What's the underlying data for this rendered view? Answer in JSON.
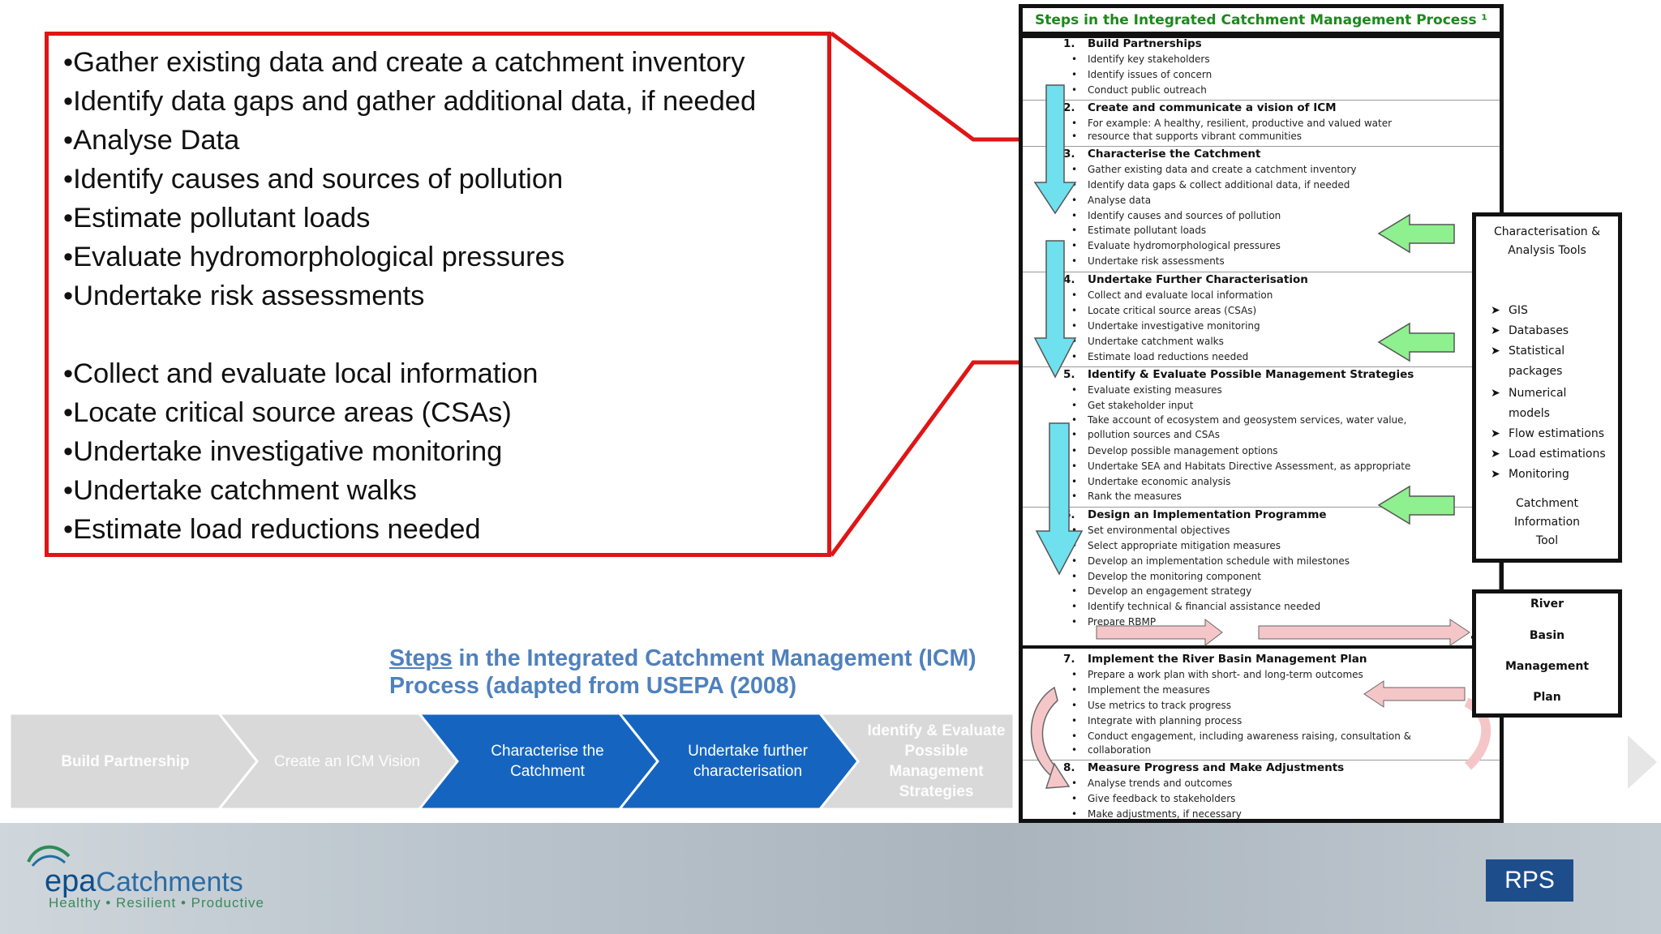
{
  "left_box": {
    "items_group1": [
      "•Gather existing data and create a catchment inventory",
      "•Identify data gaps and gather additional data, if needed",
      "•Analyse Data",
      "•Identify causes and sources of pollution",
      "•Estimate pollutant loads",
      "•Evaluate hydromorphological pressures",
      "•Undertake risk assessments"
    ],
    "items_group2": [
      "•Collect and evaluate local information",
      "•Locate critical source areas (CSAs)",
      "•Undertake investigative  monitoring",
      "•Undertake catchment walks",
      "•Estimate load reductions needed"
    ]
  },
  "caption": {
    "word1": "Steps",
    "line1_rest": " in the Integrated Catchment Management (ICM)",
    "line2": "Process  (adapted from USEPA (2008)"
  },
  "chevrons": [
    {
      "label": "Build Partnership",
      "active": false
    },
    {
      "label": "Create an  ICM Vision",
      "active": false
    },
    {
      "label": "Characterise the Catchment",
      "active": true
    },
    {
      "label": "Undertake further characterisation",
      "active": true
    },
    {
      "label": "Identify & Evaluate Possible Management Strategies",
      "active": false
    }
  ],
  "panel": {
    "title": "Steps in the Integrated Catchment Management Process ¹",
    "steps": [
      {
        "n": "1.",
        "title": "Build Partnerships",
        "bullets": [
          "Identify key stakeholders",
          "Identify issues of concern",
          "Conduct public outreach"
        ]
      },
      {
        "n": "2.",
        "title": "Create and communicate a vision of ICM",
        "bullets": [
          "For example: A healthy, resilient, productive and valued water",
          "resource that supports vibrant communities"
        ]
      },
      {
        "n": "3.",
        "title": "Characterise the Catchment",
        "bullets": [
          "Gather existing data and create a catchment inventory",
          "Identify data gaps & collect additional data, if needed",
          "Analyse data",
          "Identify causes and sources of pollution",
          "Estimate pollutant loads",
          "Evaluate hydromorphological pressures",
          "Undertake risk assessments"
        ]
      },
      {
        "n": "4.",
        "title": "Undertake Further Characterisation",
        "bullets": [
          "Collect and evaluate local information",
          "Locate critical source areas (CSAs)",
          "Undertake investigative monitoring",
          "Undertake catchment walks",
          "Estimate load reductions needed"
        ]
      },
      {
        "n": "5.",
        "title": "Identify & Evaluate Possible Management Strategies",
        "bullets": [
          "Evaluate existing measures",
          "Get stakeholder input",
          "Take account of ecosystem and geosystem services, water value,",
          "pollution sources and CSAs",
          "Develop possible management options",
          "Undertake SEA and Habitats Directive Assessment, as appropriate",
          "Undertake economic analysis",
          "Rank the measures"
        ]
      },
      {
        "n": "6.",
        "title": "Design an Implementation Programme",
        "bullets": [
          "Set environmental objectives",
          "Select appropriate mitigation measures",
          "Develop an implementation schedule with milestones",
          "Develop the monitoring component",
          "Develop an engagement strategy",
          "Identify technical & financial assistance needed",
          "Prepare RBMP"
        ]
      },
      {
        "n": "7.",
        "title": "Implement the River Basin Management Plan",
        "bullets": [
          "Prepare a work plan with short- and long-term outcomes",
          "Implement the measures",
          "Use metrics to track progress",
          "Integrate with planning process",
          "Conduct engagement, including awareness raising, consultation &",
          "collaboration"
        ]
      },
      {
        "n": "8.",
        "title": "Measure Progress and Make Adjustments",
        "bullets": [
          "Analyse trends and outcomes",
          "Give feedback to stakeholders",
          "Make adjustments, if necessary"
        ]
      }
    ]
  },
  "tools_box": {
    "title_line1": "Characterisation &",
    "title_line2": "Analysis Tools",
    "tools": [
      "GIS",
      "Databases",
      "Statistical",
      "packages",
      "Numerical",
      "models",
      "Flow estimations",
      "Load estimations",
      "Monitoring"
    ],
    "footer_line1": "Catchment",
    "footer_line2": "Information",
    "footer_line3": "Tool"
  },
  "rbmp_box": {
    "lines": [
      "River",
      "Basin",
      "Management",
      "Plan"
    ]
  },
  "footer": {
    "logo_epa": "epa",
    "logo_catchments": "Catchments",
    "tagline": "Healthy • Resilient • Productive",
    "brand": "RPS"
  },
  "colors": {
    "red": "#e01515",
    "chevron_active": "#1565c0",
    "chevron_dim": "#d9d9d9",
    "caption": "#4f81bd",
    "down_arrow": "#6fe0ee",
    "green_arrow": "#8ef08e",
    "pink_arrow": "#f5c6c8"
  }
}
